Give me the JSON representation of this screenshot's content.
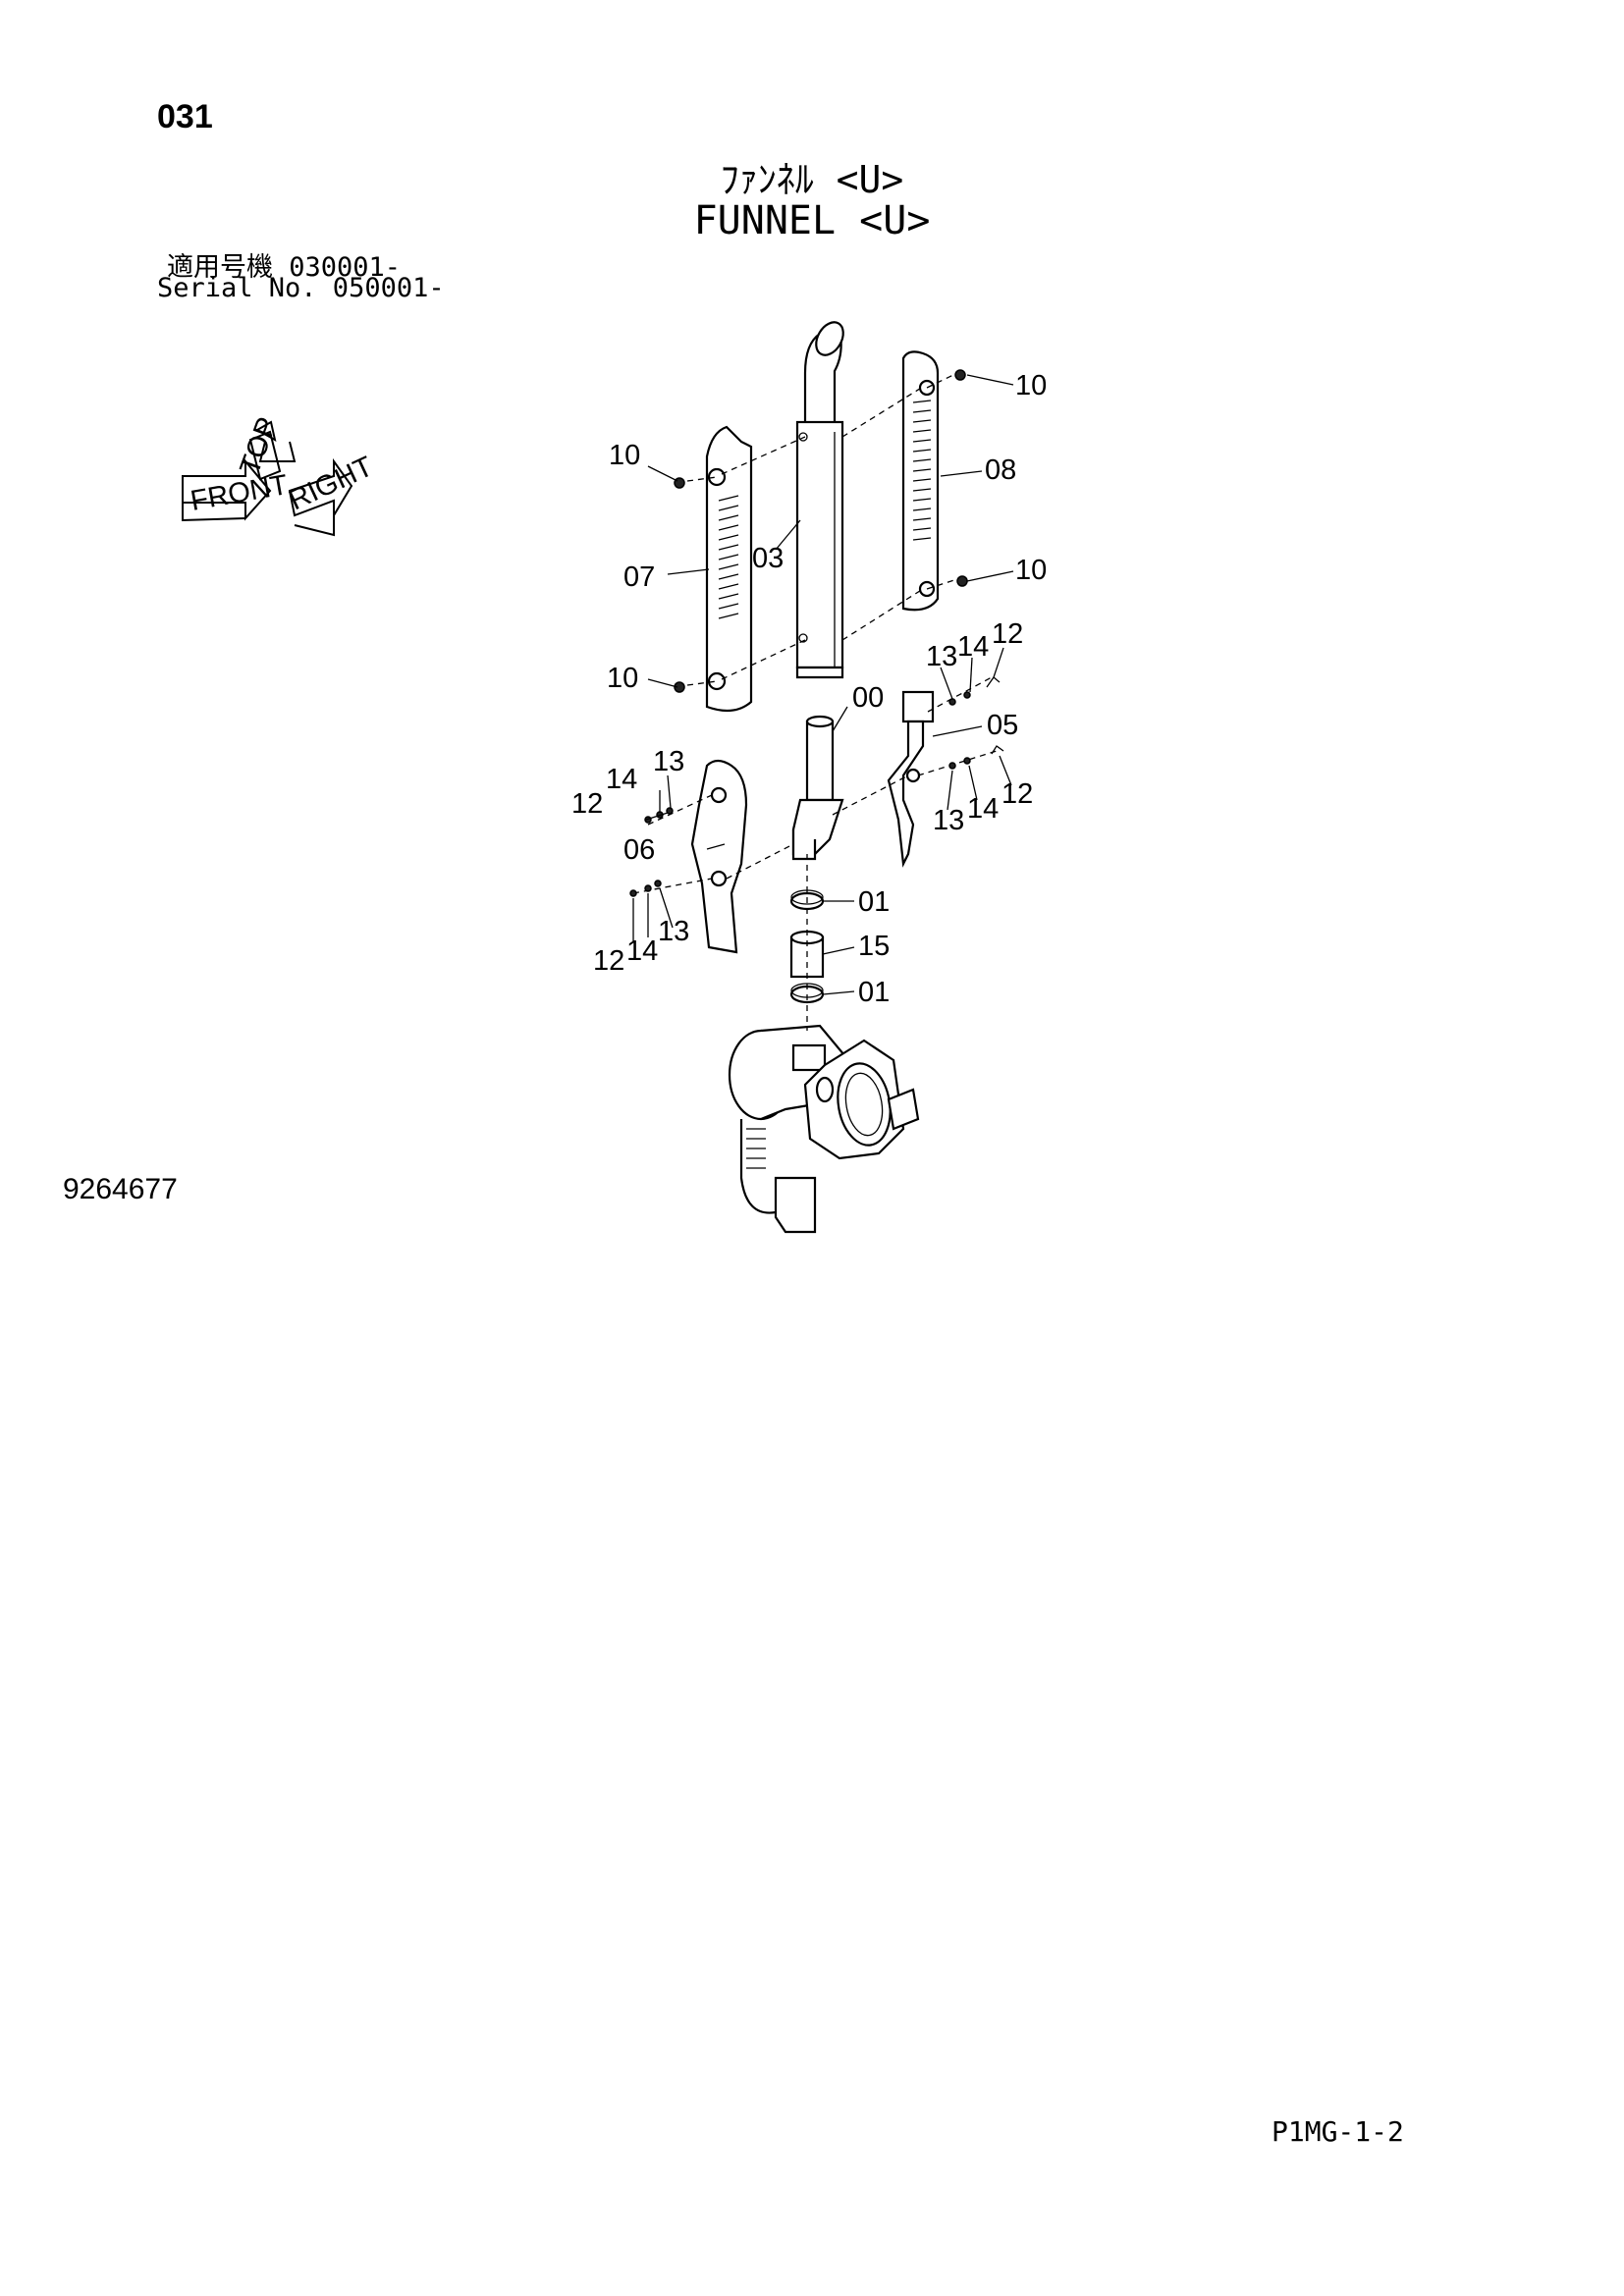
{
  "page": {
    "number": "031",
    "title_jp": "ﾌｧﾝﾈﾙ <U>",
    "title_en": "FUNNEL <U>",
    "serial_jp": "適用号機 030001-",
    "serial_en": "Serial No. 050001-",
    "drawing_number": "9264677",
    "sheet_code": "P1MG-1-2"
  },
  "orientation": {
    "top": "TOP",
    "front": "FRONT",
    "right": "RIGHT"
  },
  "callouts": {
    "c10a": "10",
    "c10b": "10",
    "c10c": "10",
    "c10d": "10",
    "c08": "08",
    "c07": "07",
    "c03": "03",
    "c13a": "13",
    "c14a": "14",
    "c12a": "12",
    "c00": "00",
    "c05": "05",
    "c14b": "14",
    "c13b": "13",
    "c12b": "12",
    "c13c": "13",
    "c14c": "14",
    "c12c": "12",
    "c06": "06",
    "c12d": "12",
    "c14d": "14",
    "c13d": "13",
    "c01a": "01",
    "c15": "15",
    "c01b": "01"
  }
}
